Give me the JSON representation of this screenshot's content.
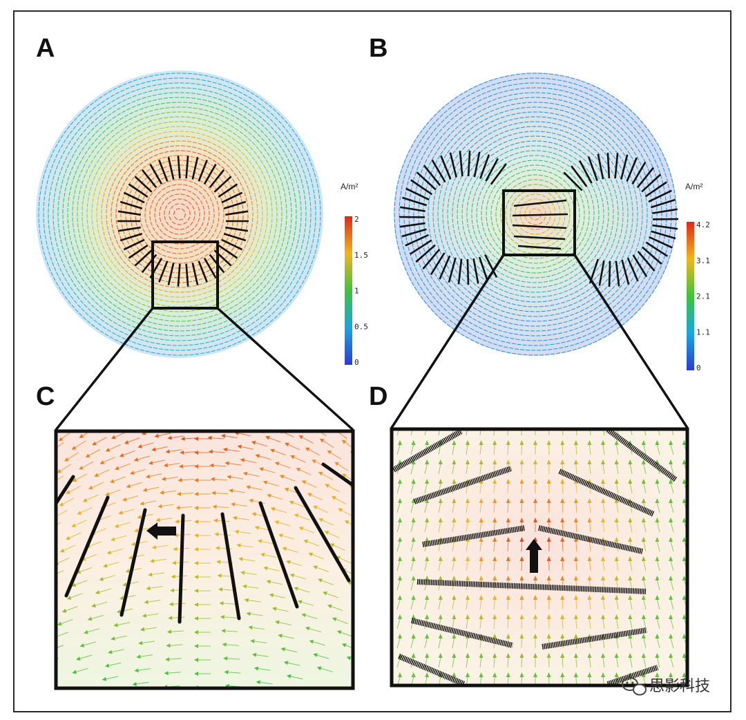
{
  "panels": {
    "a": {
      "label": "A"
    },
    "b": {
      "label": "B"
    },
    "c": {
      "label": "C"
    },
    "d": {
      "label": "D"
    }
  },
  "colorbars": {
    "a": {
      "unit": "A/m²",
      "ticks": [
        "2",
        "1.5",
        "1",
        "0.5",
        "0"
      ]
    },
    "b": {
      "unit": "A/m²",
      "ticks": [
        "4.2",
        "3.1",
        "2.1",
        "1.1",
        "0"
      ]
    }
  },
  "watermark": {
    "text": "思影科技",
    "icon": "wechat-icon"
  },
  "colors": {
    "high": "#e0301e",
    "mid": "#f0a020",
    "low": "#3a8fd8",
    "electrode": "#111111"
  }
}
